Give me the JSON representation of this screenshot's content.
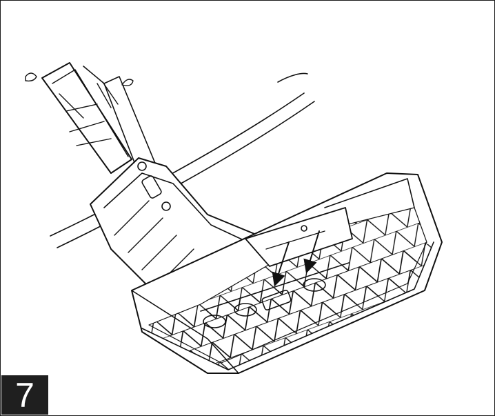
{
  "step": {
    "number": "7"
  },
  "colors": {
    "line": "#111111",
    "badge_bg": "#1f1f1f",
    "badge_text": "#ffffff",
    "paper": "#ffffff"
  },
  "illustration": {
    "icon": "assembly-step-illustration",
    "arrows": 2
  }
}
